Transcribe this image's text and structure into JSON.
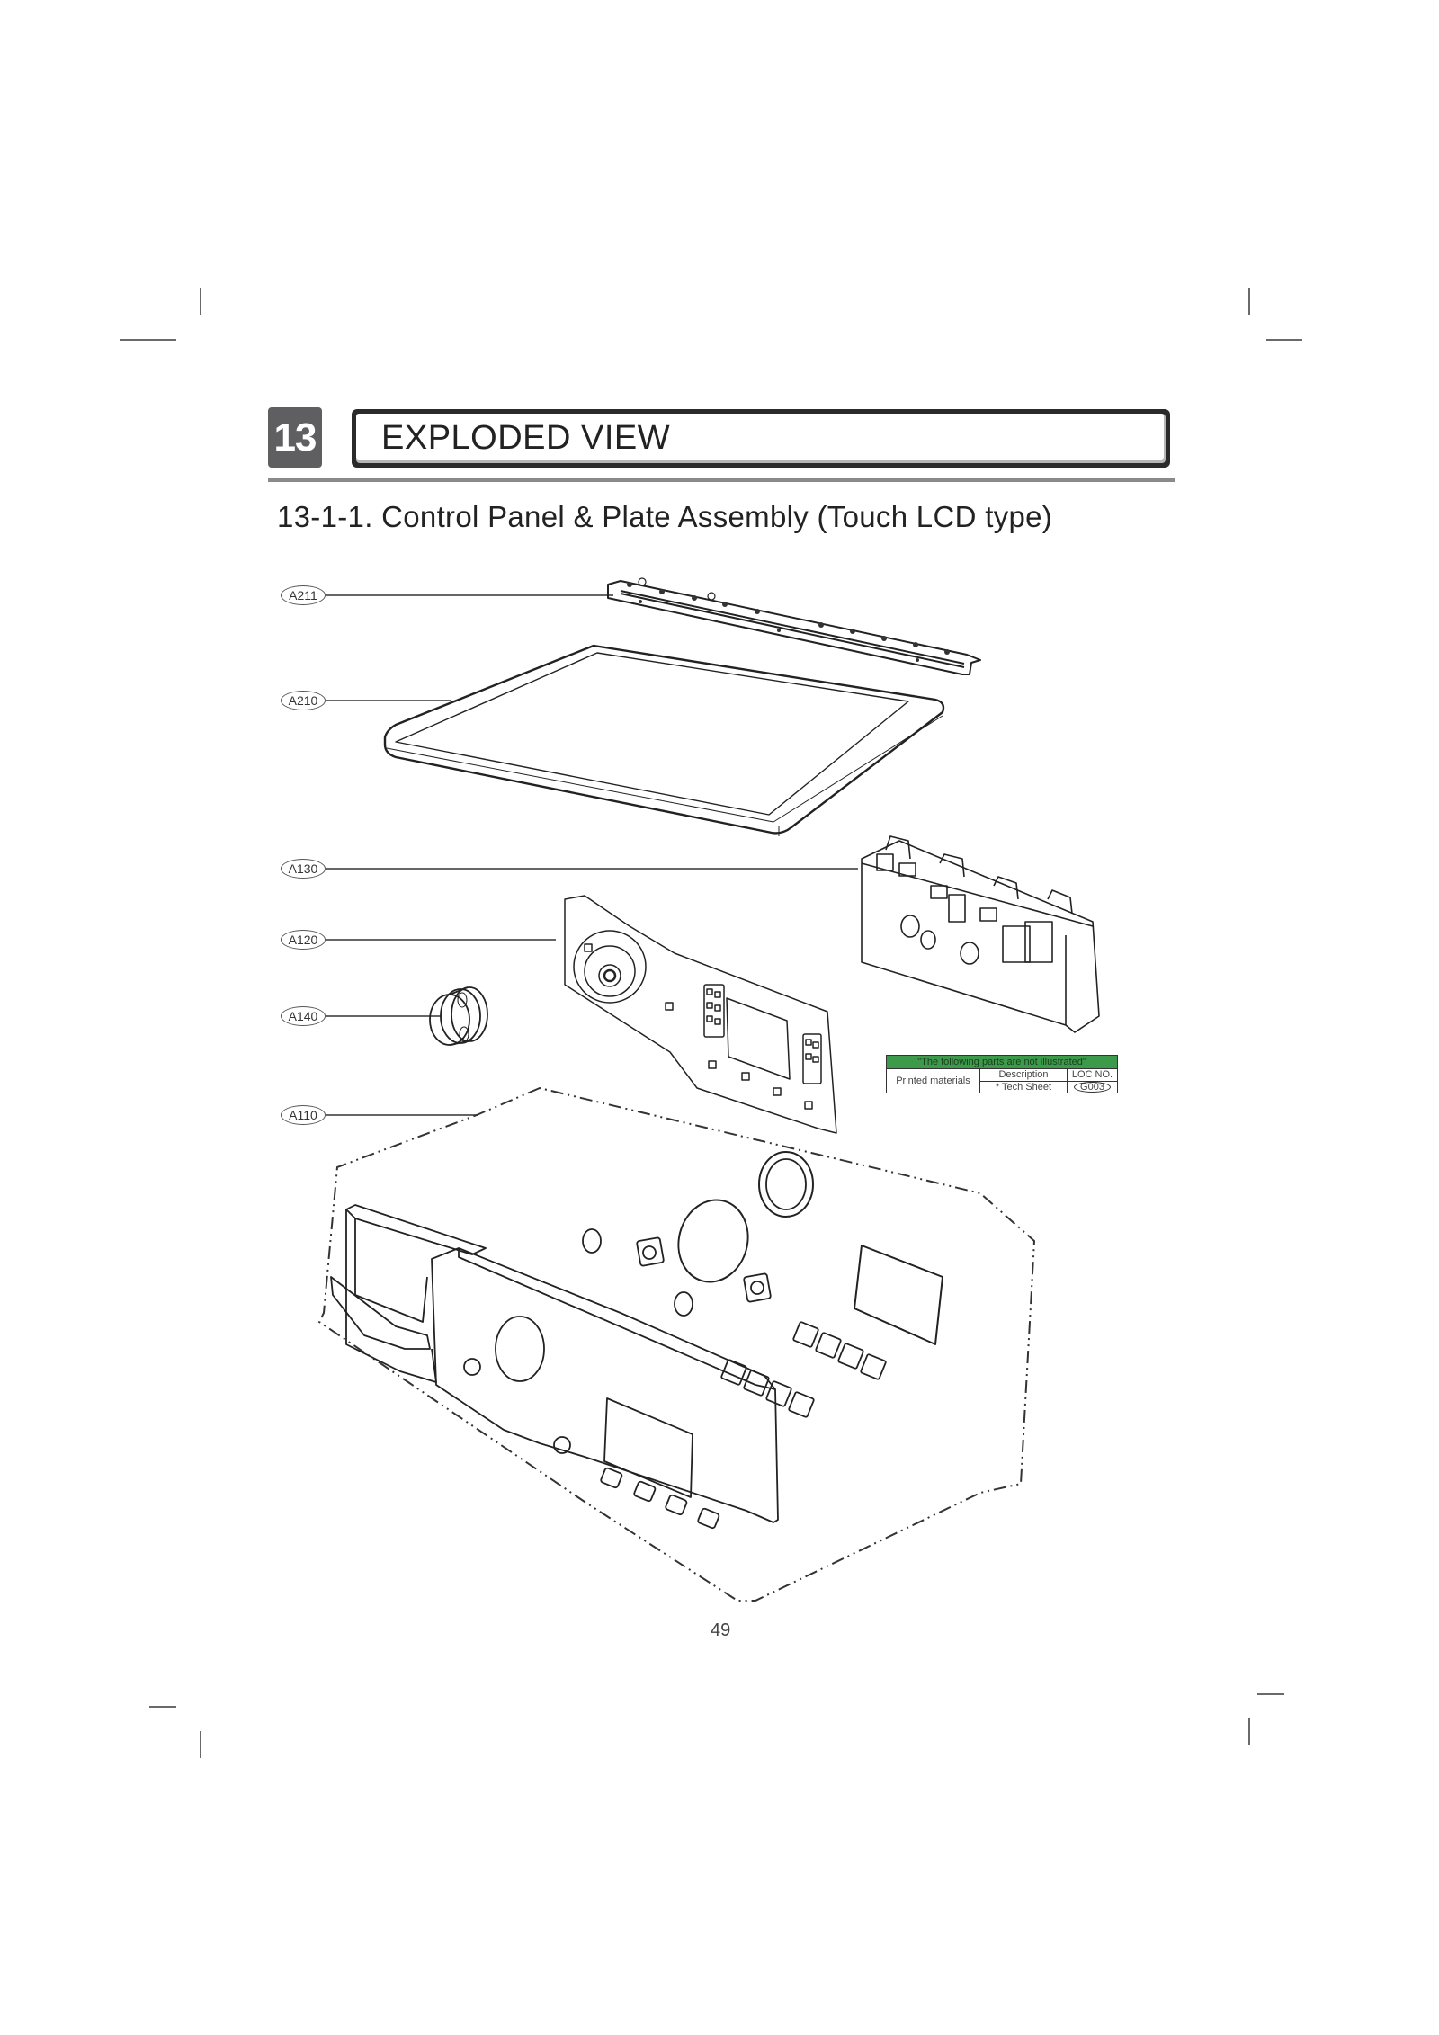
{
  "section": {
    "number": "13",
    "title": "EXPLODED VIEW",
    "subtitle": "13-1-1. Control Panel & Plate Assembly (Touch LCD type)"
  },
  "callouts": [
    {
      "id": "A211",
      "label": "A211",
      "part": "bracket-strip"
    },
    {
      "id": "A210",
      "label": "A210",
      "part": "top-plate"
    },
    {
      "id": "A130",
      "label": "A130",
      "part": "main-pcb-assembly"
    },
    {
      "id": "A120",
      "label": "A120",
      "part": "display-pcb-assembly"
    },
    {
      "id": "A140",
      "label": "A140",
      "part": "knob"
    },
    {
      "id": "A110",
      "label": "A110",
      "part": "control-panel-assembly"
    }
  ],
  "notes_table": {
    "header": "\"The following parts are not illustrated\"",
    "category": "Printed materials",
    "columns": [
      "Description",
      "LOC NO."
    ],
    "rows": [
      {
        "description": "* Tech Sheet",
        "loc": "G003"
      }
    ],
    "header_color": "#3d9a4a"
  },
  "page_number": "49"
}
